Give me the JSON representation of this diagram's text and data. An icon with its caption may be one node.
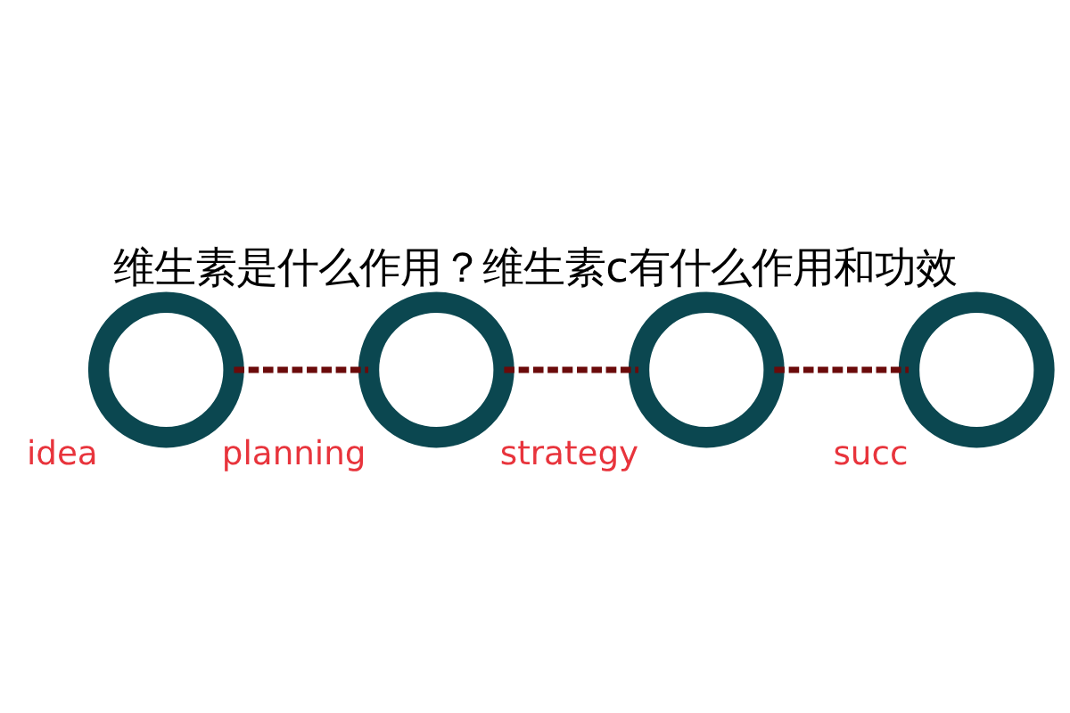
{
  "diagram": {
    "title": "维生素是什么作用？维生素c有什么作用和功效",
    "nodes": [
      {
        "text": [],
        "shape": "circle",
        "beside": [
          "idea"
        ]
      },
      {
        "text": [],
        "shape": "circle",
        "beside": [
          "planning"
        ]
      },
      {
        "text": [],
        "shape": "circle",
        "beside": [
          "strategy"
        ]
      },
      {
        "text": [],
        "shape": "circle",
        "beside": [
          "succ"
        ]
      }
    ],
    "edges": [
      {
        "from": 0,
        "to": 1,
        "arrow": "none",
        "style": "dashed",
        "color": "#6b0a0a"
      },
      {
        "from": 1,
        "to": 2,
        "arrow": "none",
        "style": "dashed",
        "color": "#6b0a0a"
      },
      {
        "from": 2,
        "to": 3,
        "arrow": "none",
        "style": "dashed",
        "color": "#6b0a0a"
      }
    ]
  }
}
